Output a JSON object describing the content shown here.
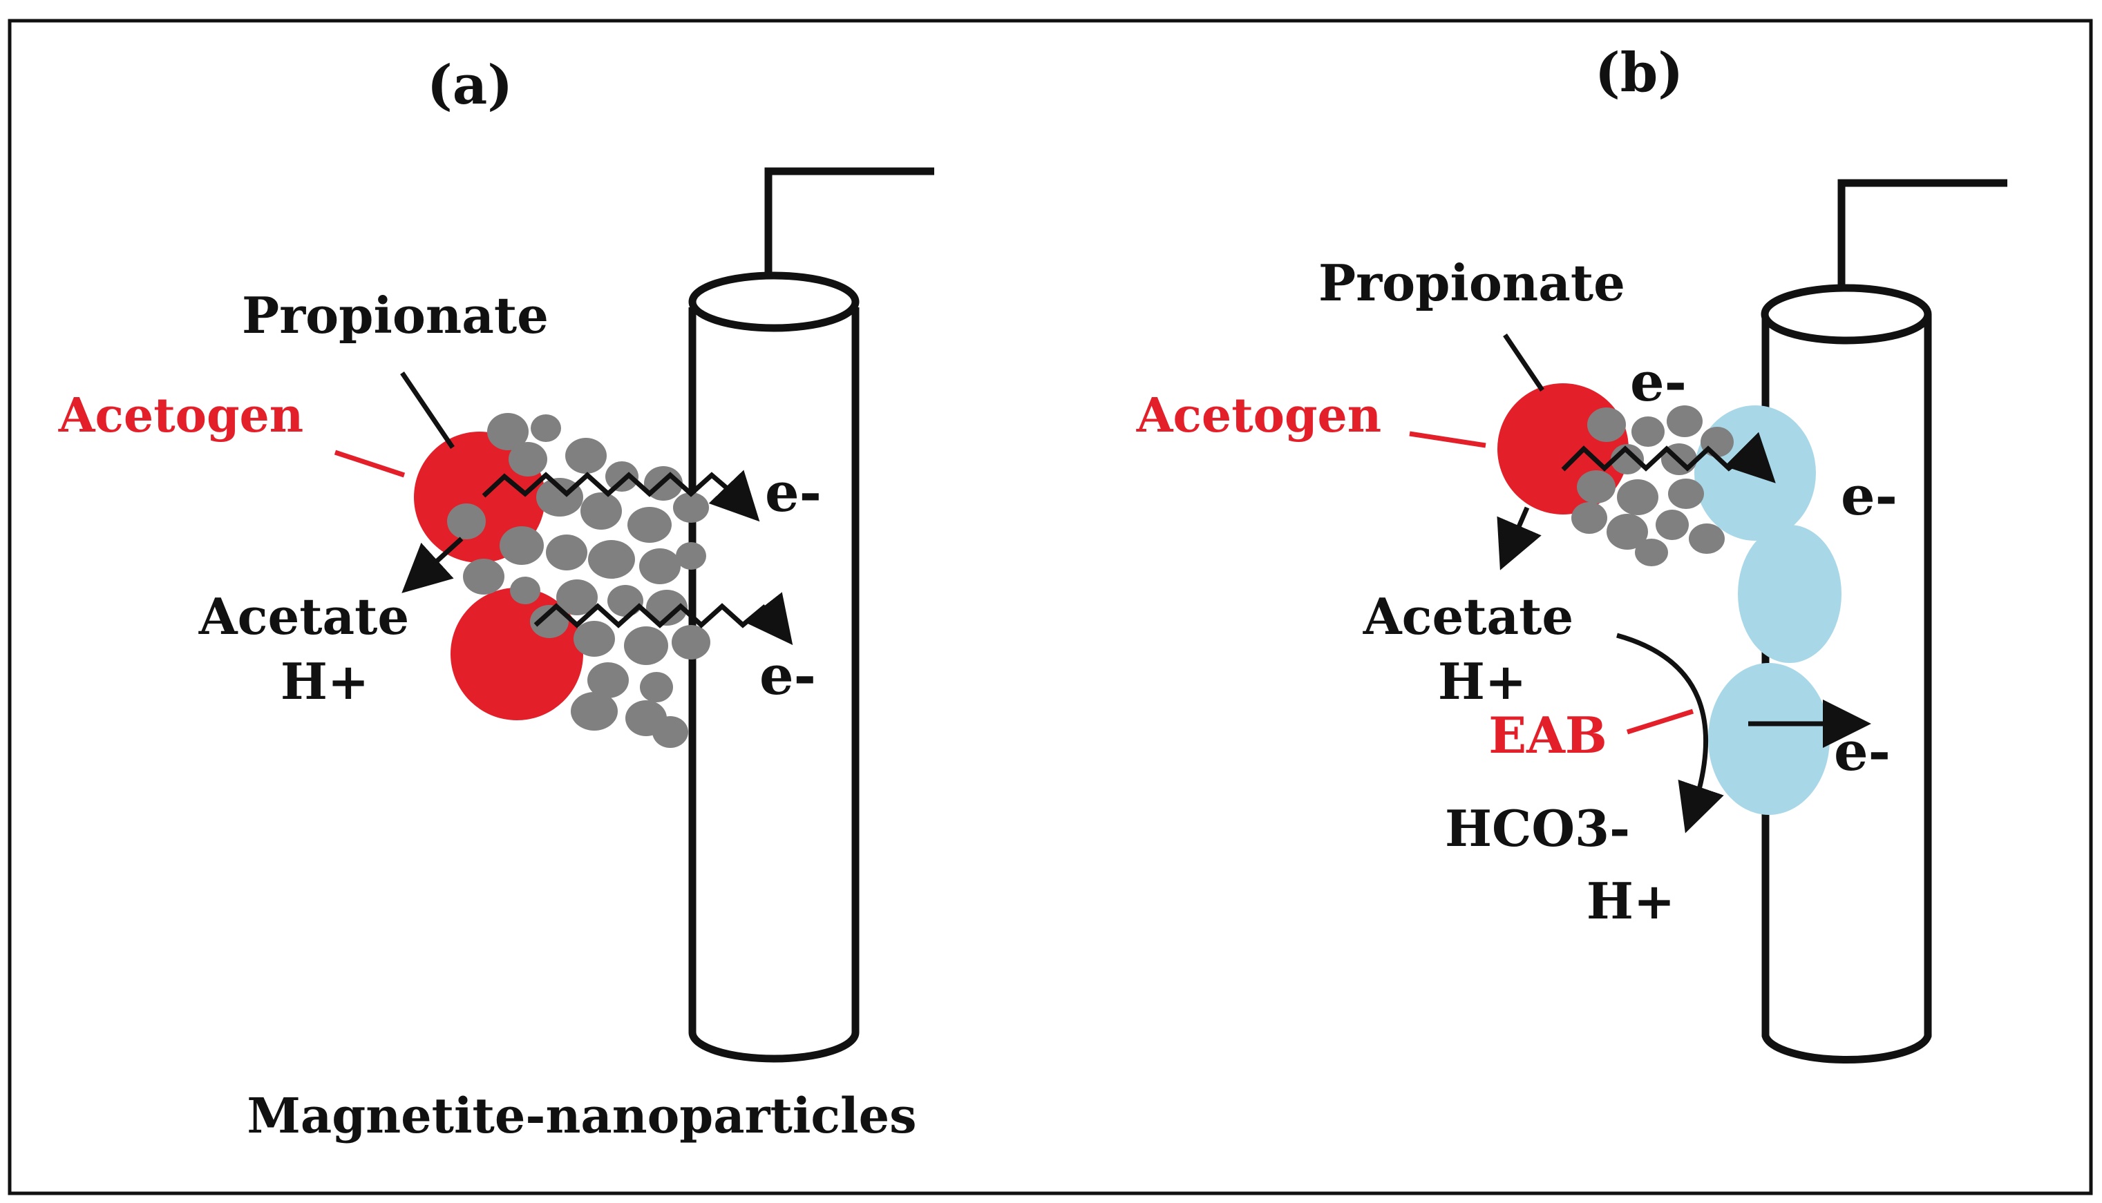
{
  "panels": {
    "a": {
      "label": "(a)",
      "substrate": "Propionate",
      "organism": "Acetogen",
      "product_line1": "Acetate",
      "product_line2": "H+",
      "electron_1": "e-",
      "electron_2": "e-",
      "caption": "Magnetite-nanoparticles"
    },
    "b": {
      "label": "(b)",
      "substrate": "Propionate",
      "organism": "Acetogen",
      "electron_top": "e-",
      "electron_electrode": "e-",
      "product_line1": "Acetate",
      "product_line2": "H+",
      "eab": "EAB",
      "electron_eab": "e-",
      "final_line1": "HCO3-",
      "final_line2": "H+"
    }
  },
  "colors": {
    "acetogen": "#e3202a",
    "nanoparticle": "#808080",
    "eab": "#a8d8e8",
    "label_red": "#e3202a",
    "ink": "#111111"
  }
}
